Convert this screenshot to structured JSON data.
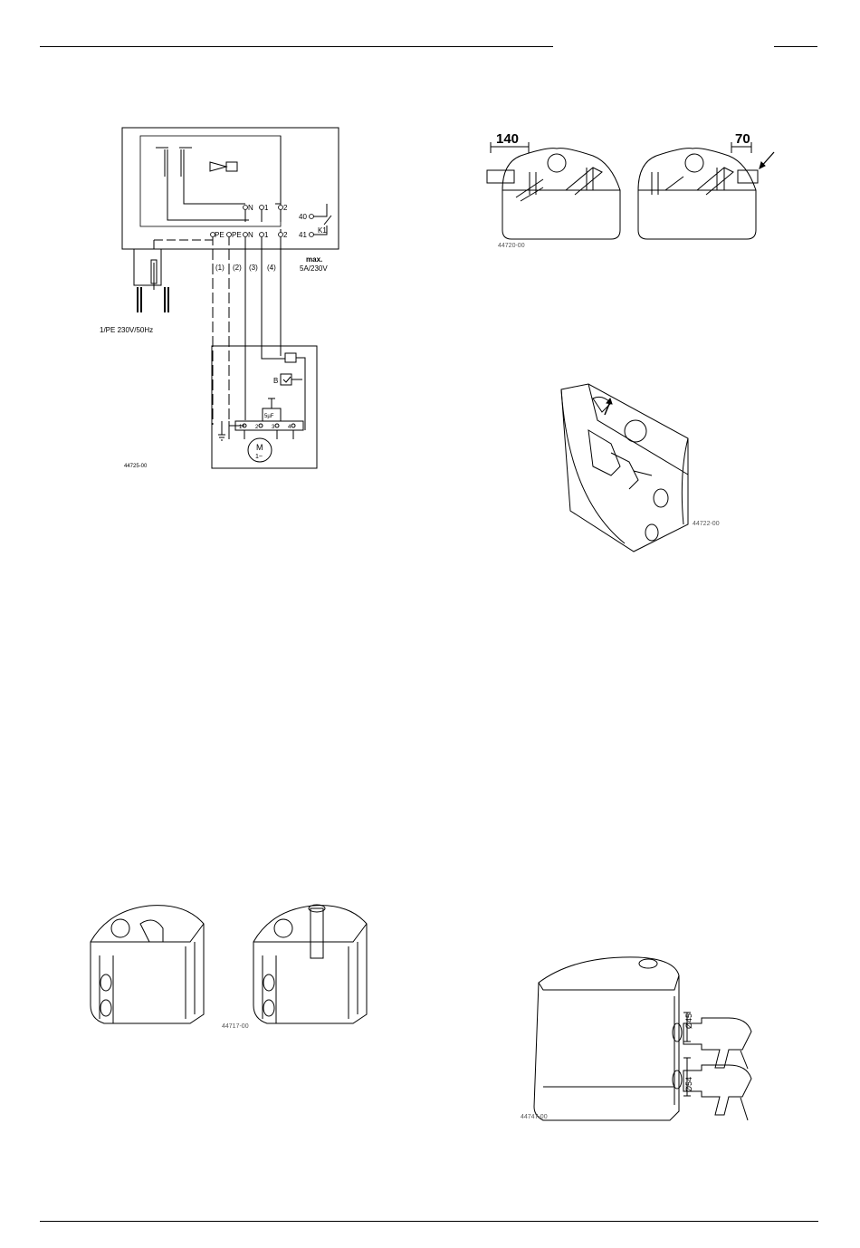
{
  "wiring_diagram": {
    "terminal_row_top": [
      "N",
      "1",
      "2"
    ],
    "terminal_row_bottom": [
      "PE",
      "PE",
      "N",
      "1",
      "2"
    ],
    "relay_contacts": [
      "40",
      "41"
    ],
    "relay_label": "K1",
    "wire_labels": [
      "(1)",
      "(2)",
      "(3)",
      "(4)"
    ],
    "contact_rating": [
      "max.",
      "5A/230V"
    ],
    "supply_label": "1/PE 230V/50Hz",
    "motor_terminals": [
      "1",
      "2",
      "3",
      "4"
    ],
    "capacitor_label": "5µF",
    "switch_label": "B",
    "motor_label": "M",
    "motor_sublabel": "1~",
    "figure_code": "44725-00"
  },
  "inlet_figure": {
    "dimension_left": "140",
    "dimension_right": "70",
    "figure_code": "44720-00"
  },
  "open_unit_figure": {
    "figure_code": "44722-00"
  },
  "vent_figure": {
    "figure_code": "44717-00"
  },
  "drill_figure": {
    "hole_small": "Ø45",
    "hole_large": "Ø54",
    "figure_code": "44747-00"
  }
}
